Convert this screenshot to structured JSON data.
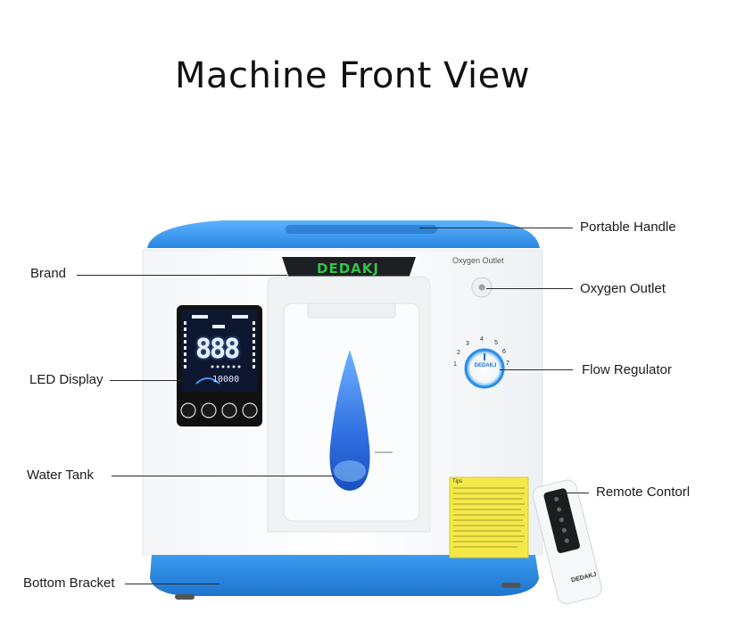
{
  "title": "Machine Front View",
  "callouts": {
    "portable_handle": "Portable Handle",
    "brand": "Brand",
    "oxygen_outlet": "Oxygen Outlet",
    "led_display": "LED Display",
    "flow_regulator": "Flow Regulator",
    "water_tank": "Water Tank",
    "remote_control": "Remote Contorl",
    "bottom_bracket": "Bottom Bracket"
  },
  "device": {
    "brand_name": "DEDAKJ",
    "oxygen_outlet_caption": "Oxygen Outlet",
    "display_digits": "888",
    "display_counter": "10000",
    "knob_brand": "DEDAKJ",
    "remote_brand": "DEDAKJ",
    "tips_title": "Tips"
  },
  "colors": {
    "accent_blue": "#2f8fe6",
    "brand_green": "#35c24b",
    "panel_black": "#111111",
    "label_yellow": "#f5e94a"
  }
}
